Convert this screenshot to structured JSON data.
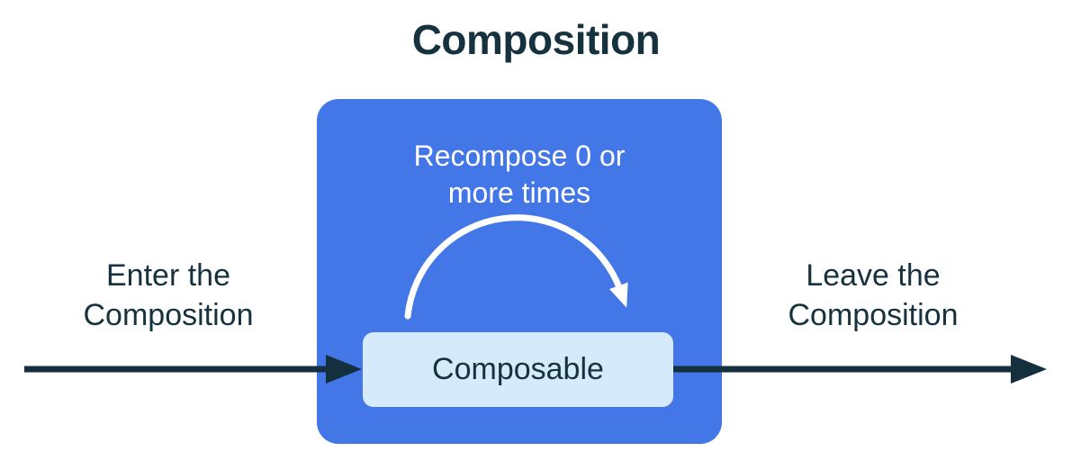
{
  "title": "Composition",
  "composition_box": {
    "recompose_line1": "Recompose 0 or",
    "recompose_line2": "more times",
    "composable_label": "Composable"
  },
  "labels": {
    "enter": {
      "line1": "Enter the",
      "line2": "Composition"
    },
    "leave": {
      "line1": "Leave the",
      "line2": "Composition"
    }
  },
  "icons": {
    "enter_arrow": "right-arrow",
    "leave_arrow": "right-arrow",
    "recompose_arc": "loop-arc-arrow"
  },
  "colors": {
    "background": "#ffffff",
    "navy": "#16323f",
    "arrow_navy": "#14303e",
    "composition_blue": "#4377e8",
    "composable_light_blue": "#d5eafb",
    "arc_white": "#ffffff"
  }
}
